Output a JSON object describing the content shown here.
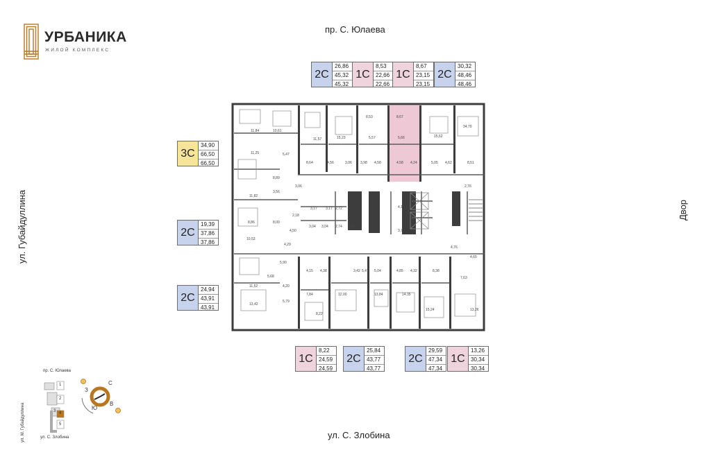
{
  "logo": {
    "title": "УРБАНИКА",
    "subtitle": "ЖИЛОЙ КОМПЛЕКС"
  },
  "streets": {
    "top": "пр. С. Юлаева",
    "bottom": "ул. С. Злобина",
    "left": "ул. Губайдуллина",
    "right": "Двор"
  },
  "cards_top": [
    {
      "type": "2С",
      "values": [
        "26,86",
        "45,32",
        "45,32"
      ],
      "color": "#c7d3ec"
    },
    {
      "type": "1С",
      "values": [
        "8,53",
        "22,66",
        "22,66"
      ],
      "color": "#efd3dd"
    },
    {
      "type": "1С",
      "values": [
        "8,67",
        "23,15",
        "23,15"
      ],
      "color": "#efd3dd"
    },
    {
      "type": "2С",
      "values": [
        "30,32",
        "48,46",
        "48,46"
      ],
      "color": "#c7d3ec"
    }
  ],
  "cards_left": [
    {
      "type": "3С",
      "values": [
        "34,90",
        "66,50",
        "66,50"
      ],
      "color": "#f5e49a"
    },
    {
      "type": "2С",
      "values": [
        "19,39",
        "37,86",
        "37,86"
      ],
      "color": "#c7d3ec"
    },
    {
      "type": "2С",
      "values": [
        "24,94",
        "43,91",
        "43,91"
      ],
      "color": "#c7d3ec"
    }
  ],
  "cards_bottom": [
    {
      "type": "1С",
      "values": [
        "8,22",
        "24,59",
        "24,59"
      ],
      "color": "#efd3dd"
    },
    {
      "type": "2С",
      "values": [
        "25,84",
        "43,77",
        "43,77"
      ],
      "color": "#c7d3ec"
    },
    {
      "type": "2С",
      "values": [
        "29,59",
        "47,34",
        "47,34"
      ],
      "color": "#c7d3ec"
    },
    {
      "type": "1С",
      "values": [
        "13,26",
        "30,34",
        "30,34"
      ],
      "color": "#efd3dd"
    }
  ],
  "room_labels": [
    "11,84",
    "10,61",
    "11,57",
    "15,23",
    "8,53",
    "8,67",
    "15,62",
    "34,70",
    "11,25",
    "5,47",
    "5,57",
    "5,66",
    "8,64",
    "4,56",
    "3,06",
    "3,98",
    "4,58",
    "4,58",
    "4,24",
    "5,05",
    "4,62",
    "8,51",
    "8,89",
    "11,82",
    "3,56",
    "3,06",
    "2,76",
    "3,17",
    "3,17",
    "2,72",
    "4,16",
    "2,18",
    "8,86",
    "8,00",
    "3,04",
    "3,04",
    "2,74",
    "3,96",
    "3,79",
    "4,50",
    "10,53",
    "4,29",
    "4,76",
    "4,65",
    "5,90",
    "4,15",
    "4,38",
    "3,42",
    "5,47",
    "5,04",
    "4,85",
    "4,32",
    "8,38",
    "5,68",
    "11,52",
    "4,20",
    "7,63",
    "7,84",
    "12,00",
    "13,84",
    "14,35",
    "15,24",
    "13,26",
    "5,79",
    "13,42",
    "8,22"
  ],
  "mini_map": {
    "street_top": "пр. С. Юлаева",
    "street_left": "ул. М. Губайдуллина",
    "street_bottom": "ул. С. Злобина",
    "sections": [
      "1",
      "2",
      "3",
      "4",
      "5"
    ]
  },
  "compass": {
    "n": "С",
    "e": "В",
    "s": "Ю",
    "w": "З"
  },
  "colors": {
    "accent": "#b8761f",
    "wall": "#3d3d3d",
    "pink_unit": "#efc8d6",
    "blue_card": "#c7d3ec",
    "pink_card": "#efd3dd",
    "yellow_card": "#f5e49a"
  }
}
